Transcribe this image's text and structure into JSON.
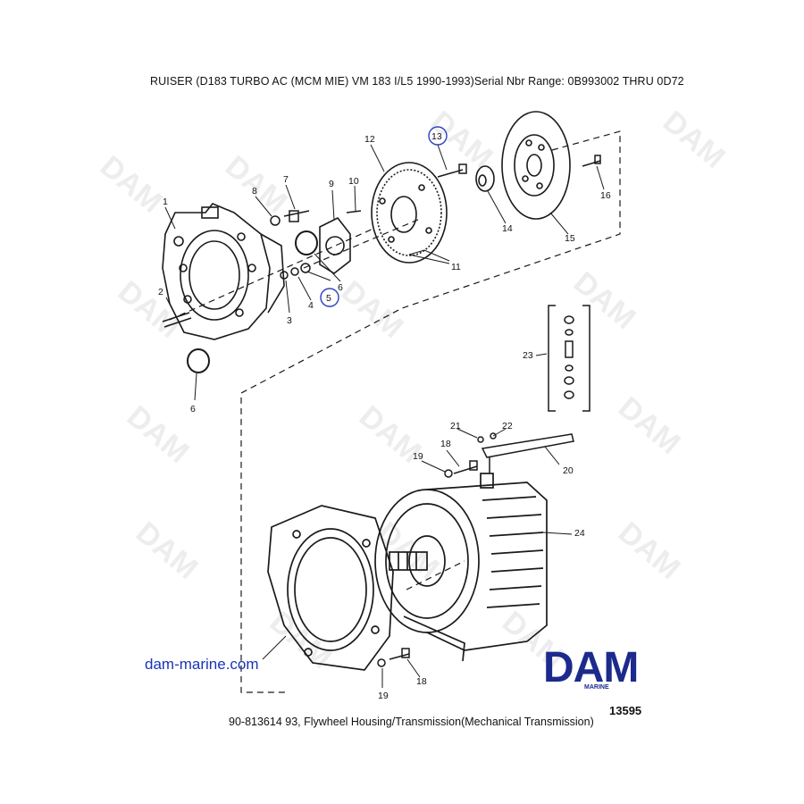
{
  "header": {
    "title": "RUISER (D183 TURBO AC (MCM  MIE) VM 183 I/L5   1990-1993)Serial Nbr Range: 0B993002 THRU 0D72"
  },
  "callouts": [
    {
      "id": "c1",
      "label": "1"
    },
    {
      "id": "c2",
      "label": "2"
    },
    {
      "id": "c3",
      "label": "3"
    },
    {
      "id": "c4",
      "label": "4"
    },
    {
      "id": "c5",
      "label": "5",
      "circled": true
    },
    {
      "id": "c6a",
      "label": "6"
    },
    {
      "id": "c6b",
      "label": "6"
    },
    {
      "id": "c7",
      "label": "7"
    },
    {
      "id": "c8",
      "label": "8"
    },
    {
      "id": "c9",
      "label": "9"
    },
    {
      "id": "c10",
      "label": "10"
    },
    {
      "id": "c11",
      "label": "11"
    },
    {
      "id": "c12",
      "label": "12"
    },
    {
      "id": "c13",
      "label": "13",
      "circled": true
    },
    {
      "id": "c14",
      "label": "14"
    },
    {
      "id": "c15",
      "label": "15"
    },
    {
      "id": "c16",
      "label": "16"
    },
    {
      "id": "c18a",
      "label": "18"
    },
    {
      "id": "c18b",
      "label": "18"
    },
    {
      "id": "c19a",
      "label": "19"
    },
    {
      "id": "c19b",
      "label": "19"
    },
    {
      "id": "c20",
      "label": "20"
    },
    {
      "id": "c21",
      "label": "21"
    },
    {
      "id": "c22",
      "label": "22"
    },
    {
      "id": "c23",
      "label": "23"
    },
    {
      "id": "c24",
      "label": "24"
    }
  ],
  "watermark": {
    "text": "DAM"
  },
  "site_link": "dam-marine.com",
  "logo": {
    "text": "DAM",
    "subtext": "MARINE",
    "color": "#1c2a8c"
  },
  "figure_number": "13595",
  "footer": "90-813614 93, Flywheel Housing/Transmission(Mechanical Transmission)",
  "colors": {
    "line": "#1a1a1a",
    "circle_highlight": "#2b3fc0",
    "link": "#1a34b8"
  }
}
